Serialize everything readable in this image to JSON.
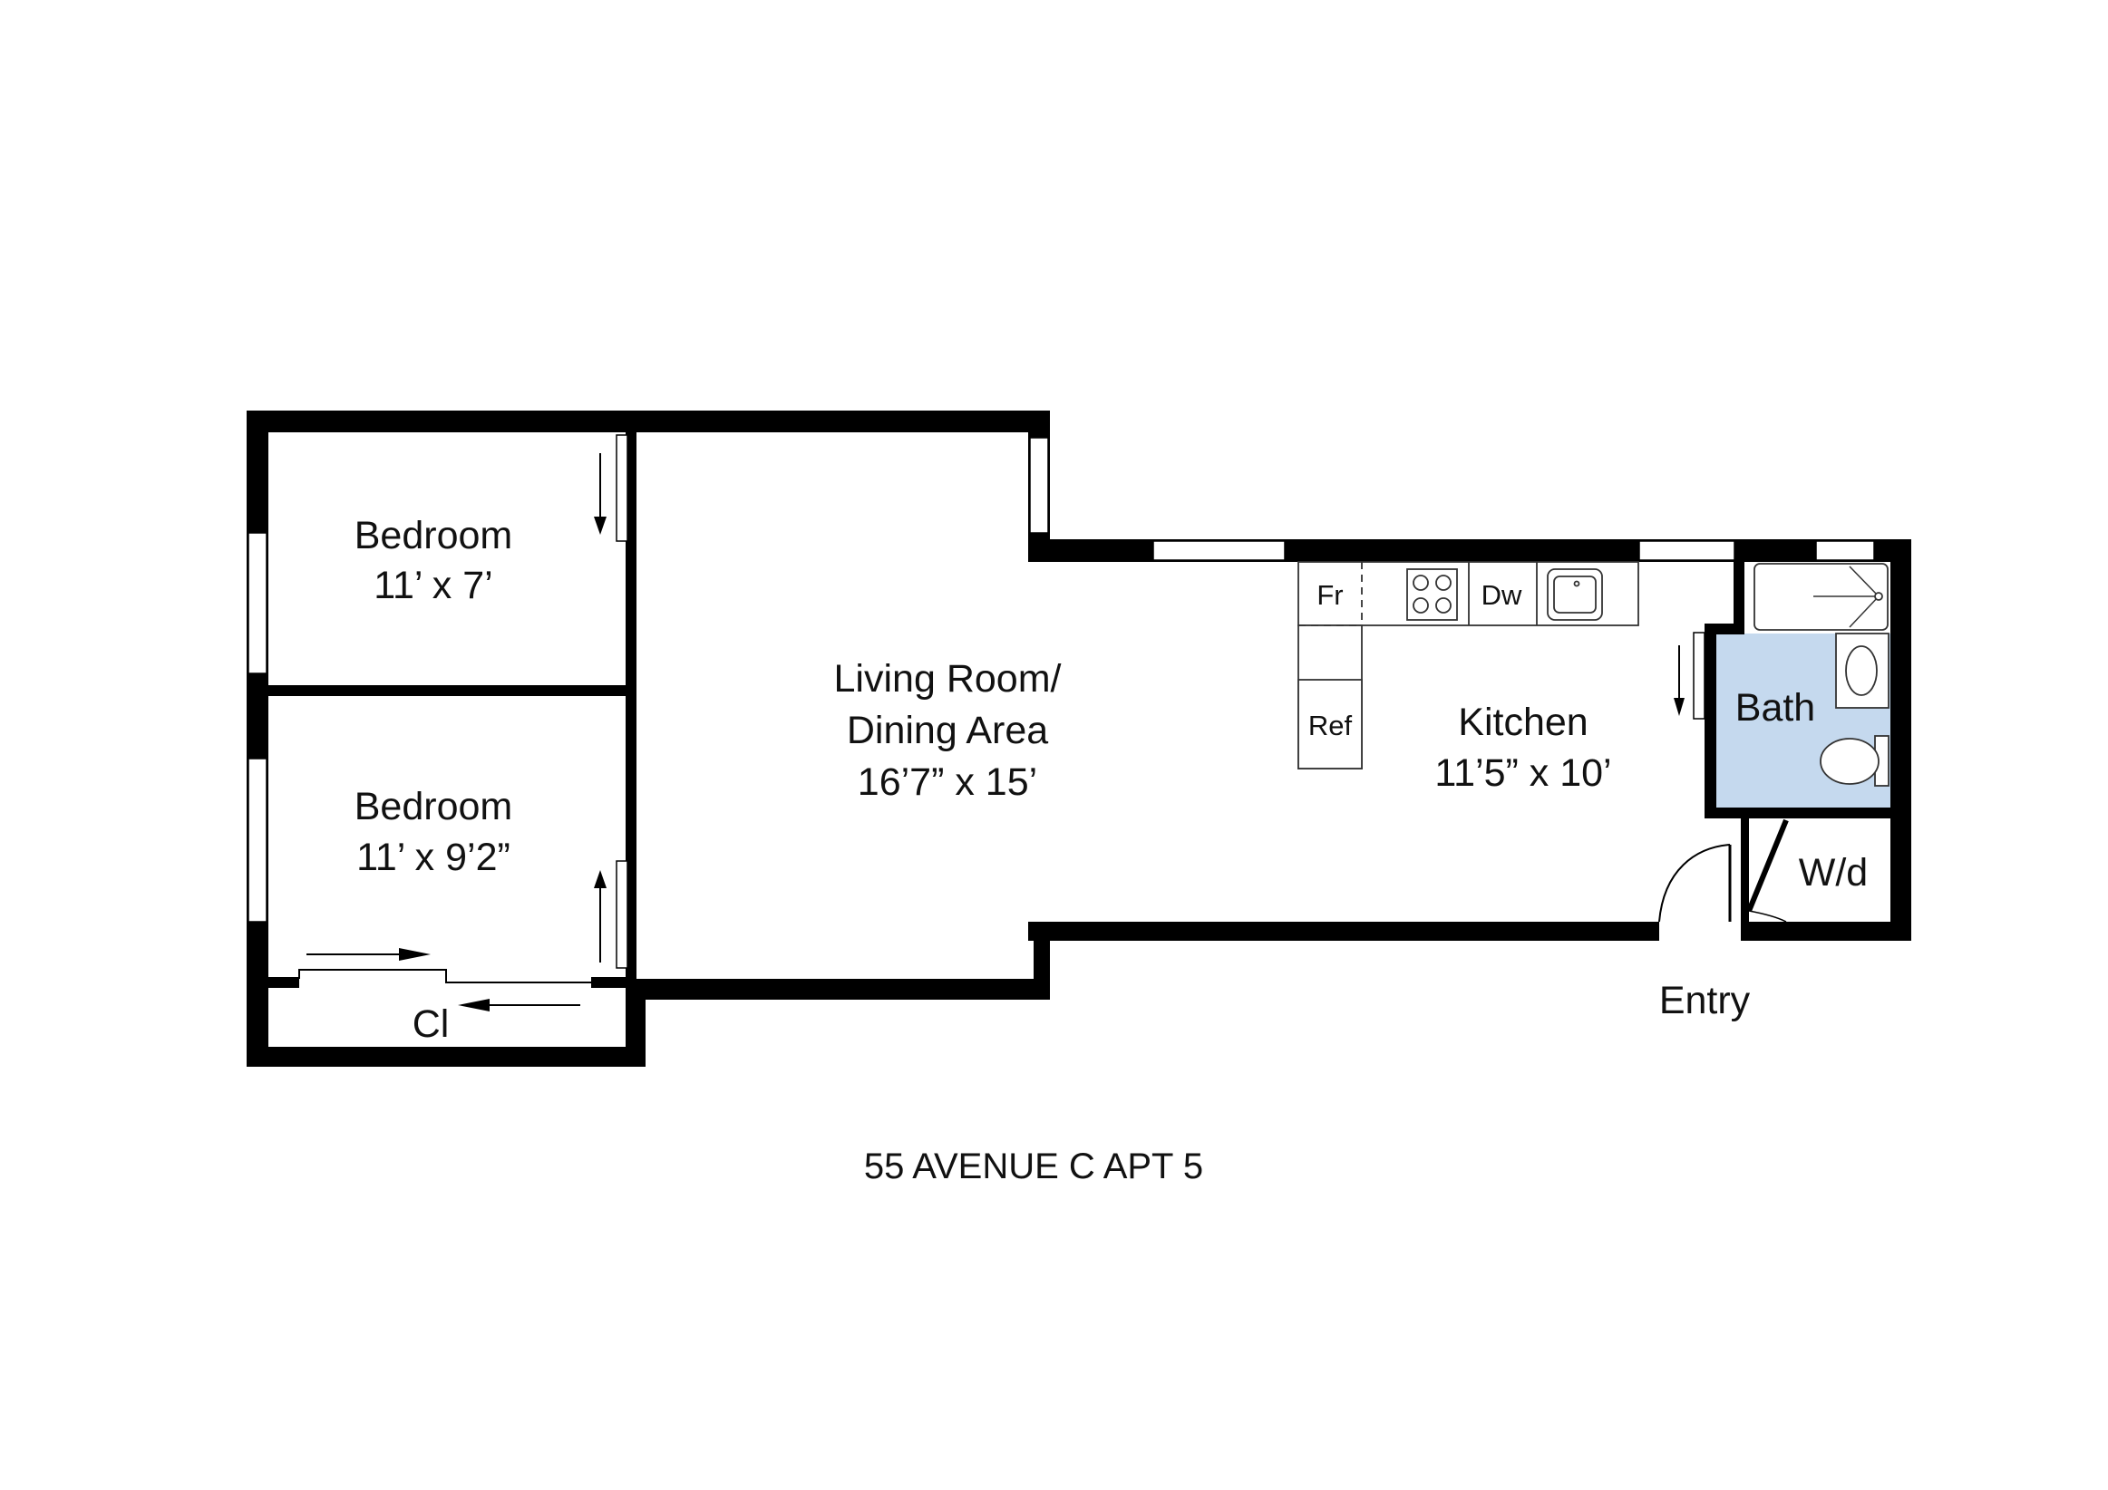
{
  "rooms": {
    "bedroom1": {
      "name": "Bedroom",
      "size": "11’ x 7’"
    },
    "bedroom2": {
      "name": "Bedroom",
      "size": "11’ x 9’2”"
    },
    "closet": {
      "name": "Cl"
    },
    "living": {
      "name_line1": "Living Room/",
      "name_line2": "Dining Area",
      "size": "16’7” x 15’"
    },
    "kitchen": {
      "name": "Kitchen",
      "size": "11’5” x 10’"
    },
    "bath": {
      "name": "Bath"
    },
    "laundry": {
      "name": "W/d"
    },
    "entry": {
      "name": "Entry"
    }
  },
  "fixtures": {
    "freezer": "Fr",
    "dishwasher": "Dw",
    "refrigerator": "Ref"
  },
  "address": "55 AVENUE C APT 5",
  "colors": {
    "wall": "#000000",
    "bath_fill": "#c5d9ee"
  }
}
